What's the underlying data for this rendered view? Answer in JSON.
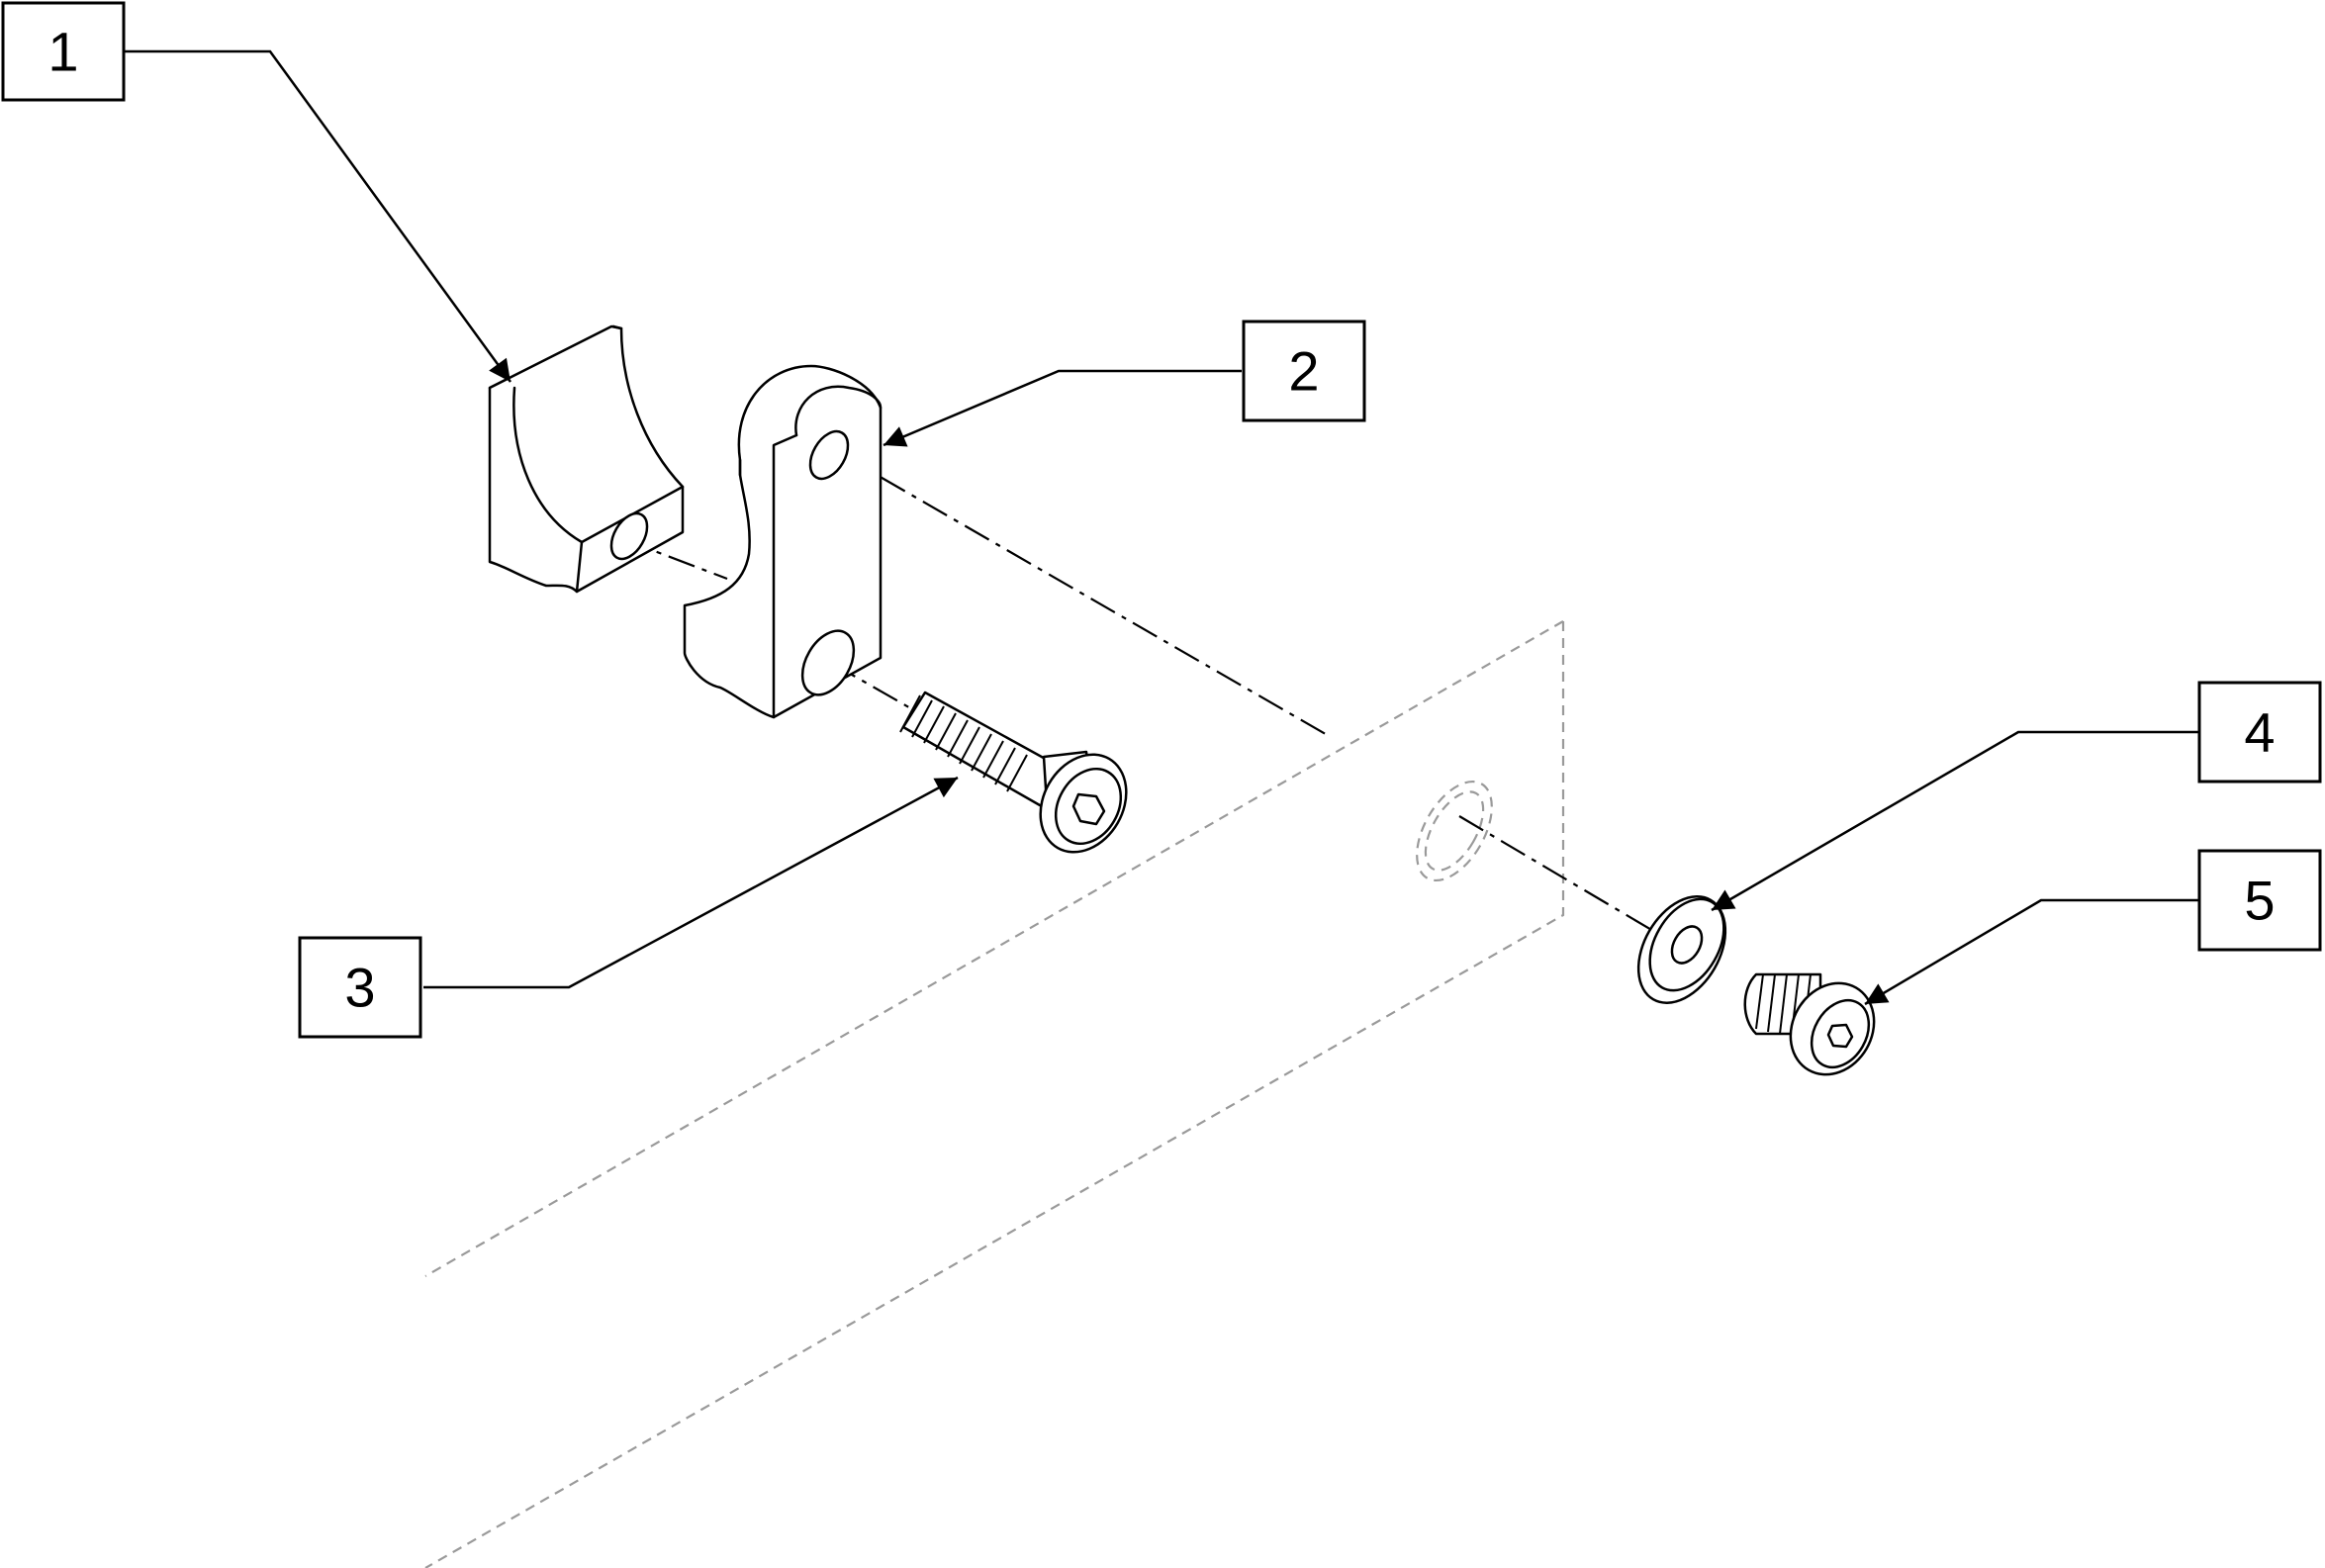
{
  "callouts": [
    {
      "id": "1",
      "label": "1"
    },
    {
      "id": "2",
      "label": "2"
    },
    {
      "id": "3",
      "label": "3"
    },
    {
      "id": "4",
      "label": "4"
    },
    {
      "id": "5",
      "label": "5"
    }
  ],
  "colors": {
    "line": "#000000",
    "ghost": "#9a9a9a",
    "background": "#ffffff"
  }
}
